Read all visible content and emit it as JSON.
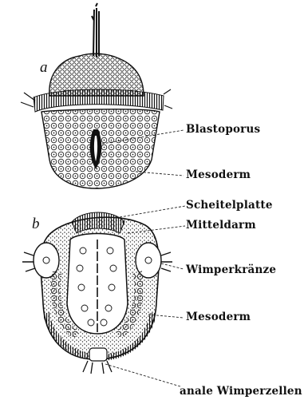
{
  "figure": {
    "panels": [
      {
        "id": "a",
        "label": "a"
      },
      {
        "id": "b",
        "label": "b"
      }
    ],
    "labels": {
      "blastoporus": "Blastoporus",
      "mesoderm_a": "Mesoderm",
      "scheitelplatte": "Scheitelplatte",
      "mitteldarm": "Mitteldarm",
      "wimperkraenze": "Wimperkränze",
      "mesoderm_b": "Mesoderm",
      "anale_wimperzellen": "anale Wimperzellen"
    },
    "colors": {
      "ink": "#111111",
      "paper": "#ffffff"
    }
  }
}
